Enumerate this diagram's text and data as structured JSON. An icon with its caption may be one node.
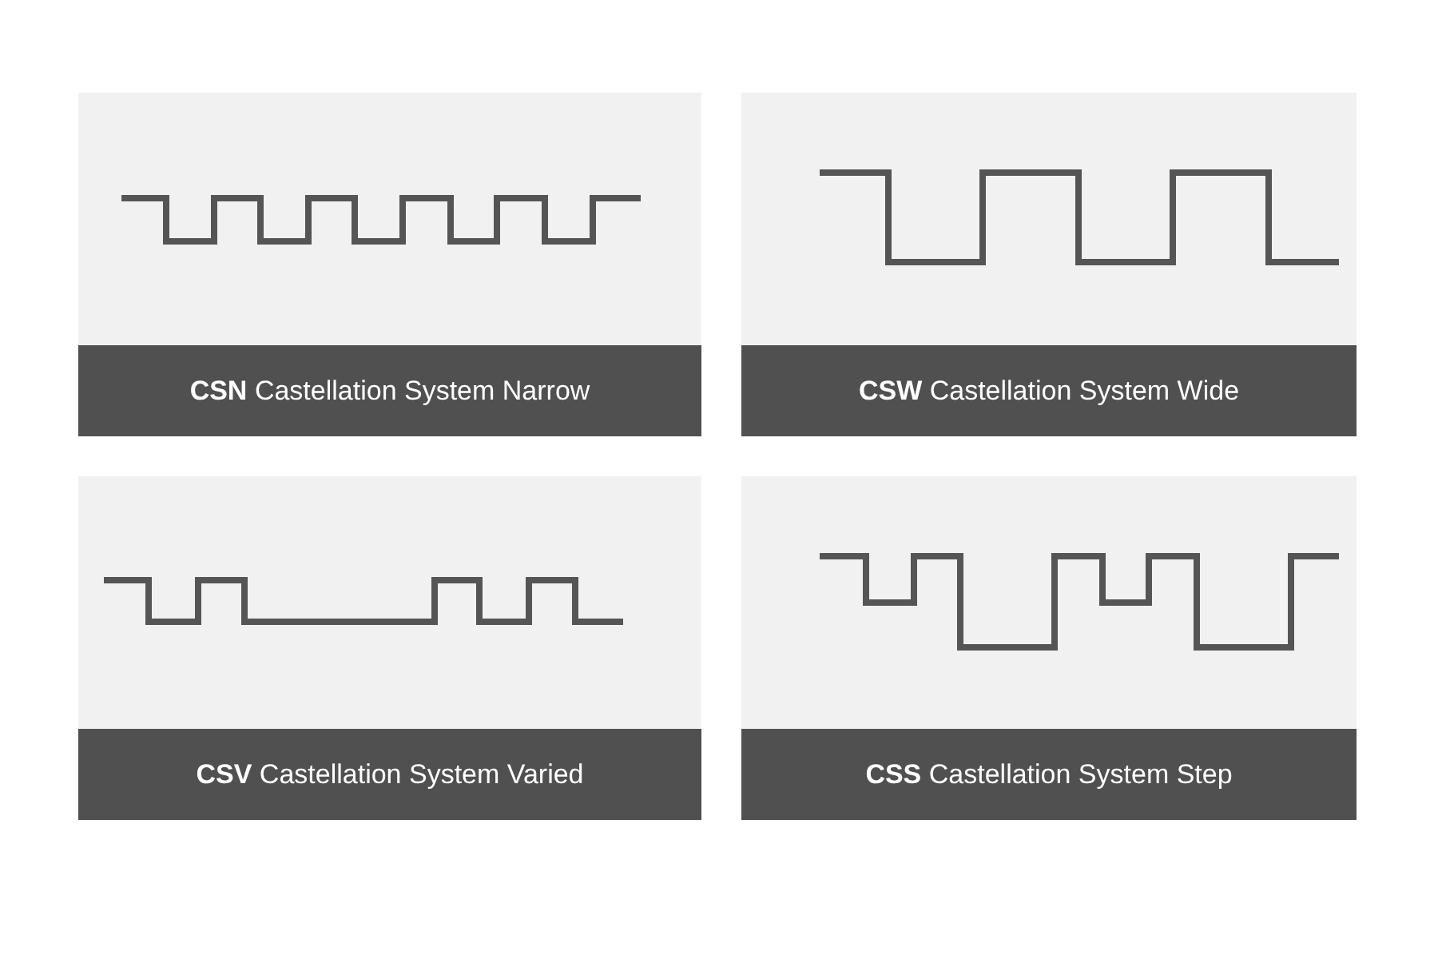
{
  "diagram": {
    "nodes": [
      {
        "text": [
          "**CSN** Castellation System Narrow"
        ]
      },
      {
        "text": [
          "**CSW** Castellation System Wide"
        ]
      },
      {
        "text": [
          "**CSV** Castellation System Varied"
        ]
      },
      {
        "text": [
          "**CSS** Castellation System Step"
        ]
      }
    ]
  }
}
